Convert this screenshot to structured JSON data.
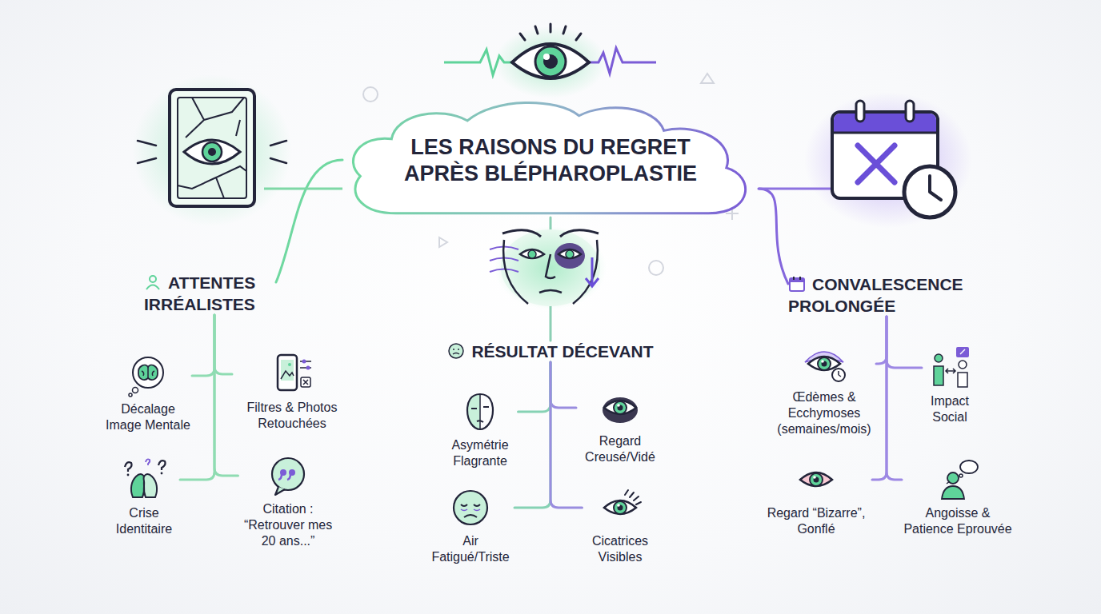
{
  "diagram": {
    "nodes": [
      {
        "text": [
          "LES RAISONS DU REGRET APRÈS BLÉPHAROPLASTIE"
        ]
      },
      {
        "text": [
          "ATTENTES IRRÉALISTES"
        ]
      },
      {
        "text": [
          "Décalage Image Mentale"
        ]
      },
      {
        "text": [
          "Filtres & Photos Retouchées"
        ]
      },
      {
        "text": [
          "Crise Identitaire"
        ]
      },
      {
        "text": [
          "Citation : “Retrouver mes 20 ans...”"
        ]
      },
      {
        "text": [
          "RÉSULTAT DÉCEVANT"
        ]
      },
      {
        "text": [
          "Asymétrie Flagrante"
        ]
      },
      {
        "text": [
          "Regard Creusé/Vidé"
        ]
      },
      {
        "text": [
          "Air Fatigué/Triste"
        ]
      },
      {
        "text": [
          "Cicatrices Visibles"
        ]
      },
      {
        "text": [
          "CONVALESCENCE PROLONGÉE"
        ]
      },
      {
        "text": [
          "Œdèmes & Ecchymoses (semaines/mois)"
        ]
      },
      {
        "text": [
          "Impact Social"
        ]
      },
      {
        "text": [
          "Regard “Bizarre”, Gonflé"
        ]
      },
      {
        "text": [
          "Angoisse & Patience Eprouvée"
        ]
      }
    ],
    "edges": [
      {
        "from": 0,
        "to": 1,
        "arrow": "none"
      },
      {
        "from": 0,
        "to": 6,
        "arrow": "none"
      },
      {
        "from": 0,
        "to": 11,
        "arrow": "none"
      },
      {
        "from": 1,
        "to": 2,
        "arrow": "none"
      },
      {
        "from": 1,
        "to": 3,
        "arrow": "none"
      },
      {
        "from": 1,
        "to": 4,
        "arrow": "none"
      },
      {
        "from": 1,
        "to": 5,
        "arrow": "none"
      },
      {
        "from": 6,
        "to": 7,
        "arrow": "none"
      },
      {
        "from": 6,
        "to": 8,
        "arrow": "none"
      },
      {
        "from": 6,
        "to": 9,
        "arrow": "none"
      },
      {
        "from": 6,
        "to": 10,
        "arrow": "none"
      },
      {
        "from": 11,
        "to": 12,
        "arrow": "none"
      },
      {
        "from": 11,
        "to": 13,
        "arrow": "none"
      },
      {
        "from": 11,
        "to": 14,
        "arrow": "none"
      },
      {
        "from": 11,
        "to": 15,
        "arrow": "none"
      }
    ]
  }
}
